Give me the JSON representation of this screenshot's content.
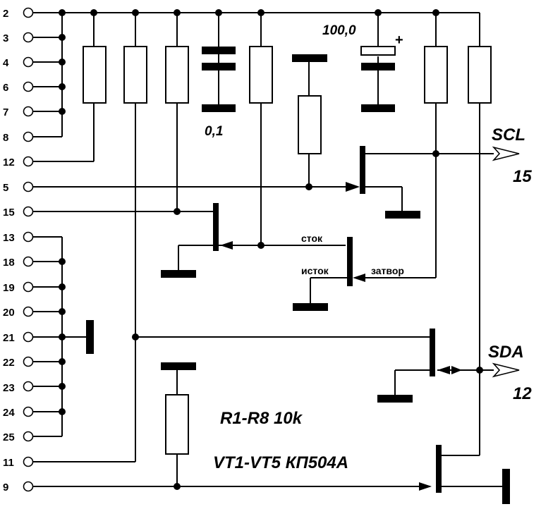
{
  "diagram": {
    "pins": [
      "2",
      "3",
      "4",
      "6",
      "7",
      "8",
      "12",
      "5",
      "15",
      "13",
      "18",
      "19",
      "20",
      "21",
      "22",
      "23",
      "24",
      "25",
      "11",
      "9"
    ],
    "signals": {
      "scl": {
        "name": "SCL",
        "pin": "15"
      },
      "sda": {
        "name": "SDA",
        "pin": "12"
      }
    },
    "components": {
      "capacitor_small": "0,1",
      "capacitor_electrolytic": "100,0",
      "electrolytic_polarity": "+"
    },
    "fet_terminals": {
      "drain": "сток",
      "source": "исток",
      "gate": "затвор"
    },
    "notes": {
      "resistors": "R1-R8 10k",
      "transistors": "VT1-VT5 КП504А"
    }
  }
}
